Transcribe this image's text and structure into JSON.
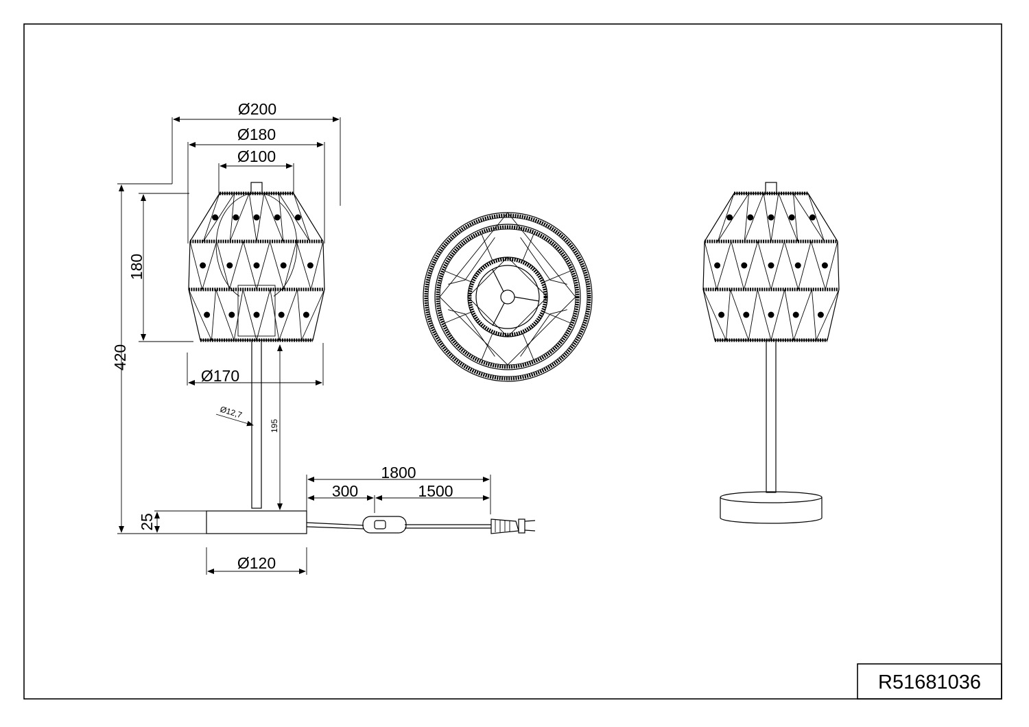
{
  "dimensions": {
    "shade_top_outer": "Ø200",
    "shade_outer": "Ø180",
    "shade_top": "Ø100",
    "shade_bottom": "Ø170",
    "base_diameter": "Ø120",
    "rod_diameter": "Ø12,7",
    "overall_height": "420",
    "shade_height": "180",
    "rod_height": "195",
    "base_height": "25",
    "cable_total": "1800",
    "cable_to_switch": "300",
    "cable_switch_to_plug": "1500"
  },
  "title_block": {
    "article_number": "R51681036"
  },
  "colors": {
    "line": "#000000",
    "background": "#ffffff"
  }
}
